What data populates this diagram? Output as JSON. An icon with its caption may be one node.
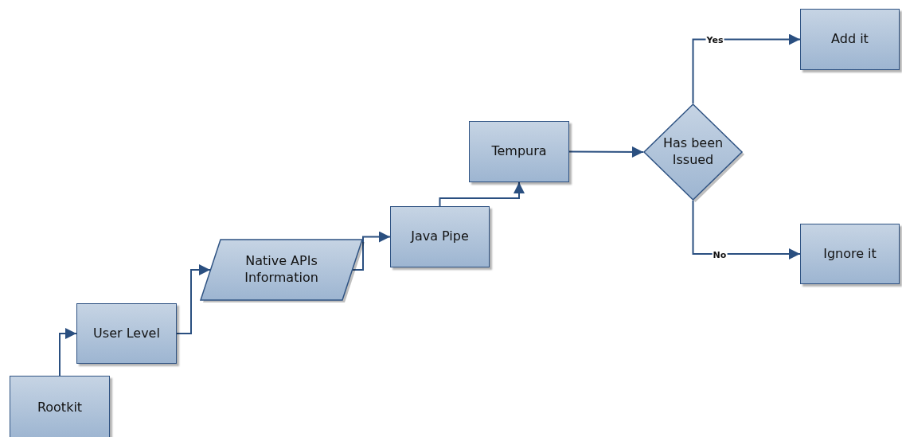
{
  "diagram": {
    "nodes": [
      {
        "text": [
          "Rootkit"
        ]
      },
      {
        "text": [
          "User Level"
        ]
      },
      {
        "text": [
          "Native APIs Information"
        ]
      },
      {
        "text": [
          "Java Pipe"
        ]
      },
      {
        "text": [
          "Tempura"
        ]
      },
      {
        "text": [
          "Has been Issued"
        ]
      },
      {
        "text": [
          "Add it"
        ]
      },
      {
        "text": [
          "Ignore it"
        ]
      }
    ],
    "edges": [
      {
        "from": 0,
        "to": 1,
        "arrow": "to"
      },
      {
        "from": 1,
        "to": 2,
        "arrow": "to"
      },
      {
        "from": 2,
        "to": 3,
        "arrow": "to"
      },
      {
        "from": 3,
        "to": 4,
        "arrow": "to"
      },
      {
        "from": 4,
        "to": 5,
        "arrow": "to"
      },
      {
        "from": 5,
        "to": 6,
        "label": "Yes",
        "arrow": "to"
      },
      {
        "from": 5,
        "to": 7,
        "label": "No",
        "arrow": "to"
      }
    ]
  }
}
